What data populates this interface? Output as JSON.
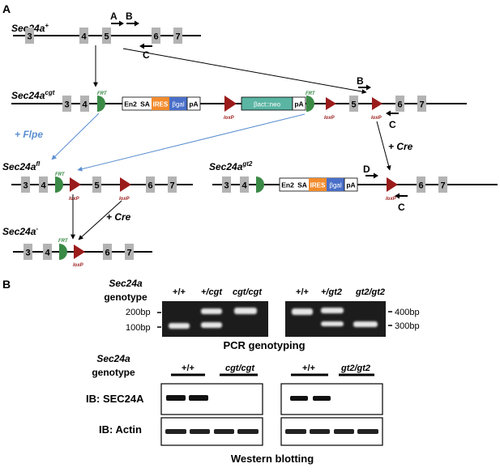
{
  "panel_a": {
    "panel_letter": "A",
    "alleles": {
      "wt": {
        "base": "Sec24a",
        "sup": "+"
      },
      "cgt": {
        "base": "Sec24a",
        "sup": "cgt"
      },
      "fl": {
        "base": "Sec24a",
        "sup": "fl"
      },
      "gt2": {
        "base": "Sec24a",
        "sup": "gt2"
      },
      "null": {
        "base": "Sec24a",
        "sup": "-"
      }
    },
    "exons": {
      "e3": "3",
      "e4": "4",
      "e5": "5",
      "e6": "6",
      "e7": "7"
    },
    "primers": {
      "a": "A",
      "b": "B",
      "c": "C",
      "d": "D"
    },
    "site_labels": {
      "frt": "FRT",
      "loxp": "loxP"
    },
    "cassette": {
      "en2": "En2",
      "sa": "SA",
      "ires": "IRES",
      "bgal": "βgal",
      "pa": "pA",
      "neo": "βact::neo"
    },
    "recombinases": {
      "flpe": "+ Flpe",
      "cre": "+ Cre"
    }
  },
  "panel_b": {
    "panel_letter": "B",
    "gene": "Sec24a",
    "genotype_word": "genotype",
    "pcr": {
      "lanes_left": [
        "+/+",
        "+/cgt",
        "cgt/cgt"
      ],
      "lanes_right": [
        "+/+",
        "+/gt2",
        "gt2/gt2"
      ],
      "markers_left": [
        "200bp",
        "100bp"
      ],
      "markers_right": [
        "400bp",
        "300bp"
      ],
      "title": "PCR genotyping"
    },
    "western": {
      "groups": [
        "+/+",
        "cgt/cgt",
        "+/+",
        "gt2/gt2"
      ],
      "rows": [
        "IB: SEC24A",
        "IB: Actin"
      ],
      "title": "Western blotting"
    }
  },
  "colors": {
    "exon": "#b3b3b3",
    "frt": "#3a8a46",
    "loxp": "#9b1b1b",
    "ires": "#f28b2c",
    "bgal": "#4a6fc9",
    "neo": "#5bb5a3",
    "flpe": "#5b8fd0",
    "gel": "#1c1c1c"
  }
}
